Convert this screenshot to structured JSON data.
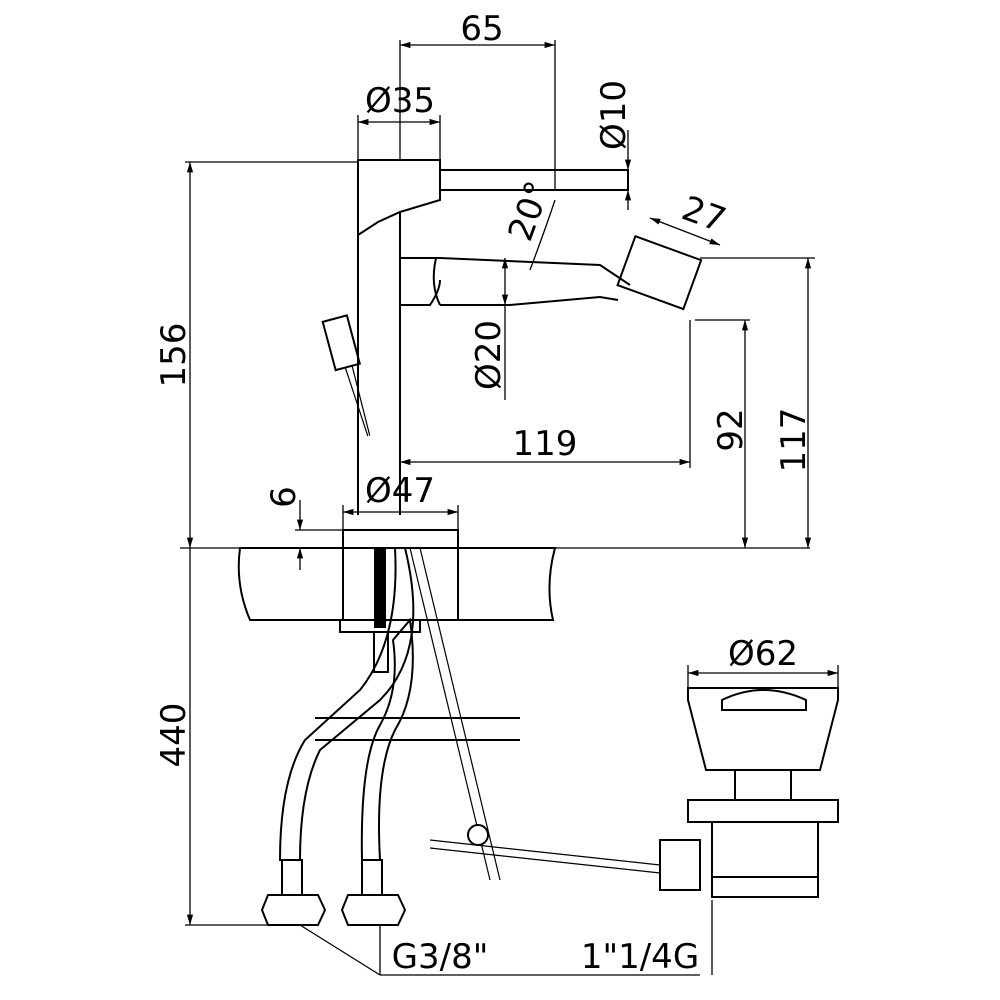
{
  "title": "Bidet mixer technical drawing",
  "dimensions": {
    "spout_reach_top": "65",
    "body_diameter": "Ø35",
    "lever_diameter": "Ø10",
    "spout_angle": "20°",
    "nozzle_length": "27",
    "spout_diameter": "Ø20",
    "total_height": "156",
    "spout_projection": "119",
    "nozzle_height": "92",
    "spout_height": "117",
    "base_thickness": "6",
    "base_diameter": "Ø47",
    "hose_length": "440",
    "drain_diameter": "Ø62",
    "hose_thread": "G3/8\"",
    "drain_thread": "1\"1/4G"
  },
  "colors": {
    "line": "#000000",
    "background": "#ffffff"
  }
}
